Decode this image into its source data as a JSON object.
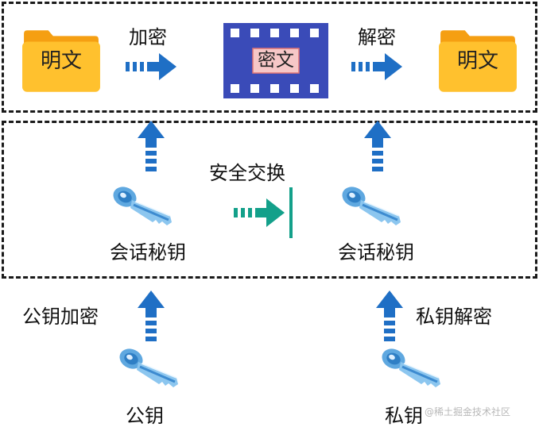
{
  "top": {
    "plaintext_left": "明文",
    "encrypt_label": "加密",
    "ciphertext": "密文",
    "decrypt_label": "解密",
    "plaintext_right": "明文"
  },
  "middle": {
    "session_key_left": "会话秘钥",
    "secure_exchange": "安全交换",
    "session_key_right": "会话秘钥"
  },
  "bottom": {
    "public_key_encrypt": "公钥加密",
    "public_key": "公钥",
    "private_key_decrypt": "私钥解密",
    "private_key": "私钥"
  },
  "watermark": "@稀土掘金技术社区",
  "colors": {
    "arrow_blue": "#1f6fc5",
    "arrow_teal": "#13a08a",
    "folder_yellow": "#ffc12e",
    "film_blue": "#3a4bb8",
    "cipher_pink": "#f6c7c7",
    "key_blue": "#5fa8e0"
  }
}
